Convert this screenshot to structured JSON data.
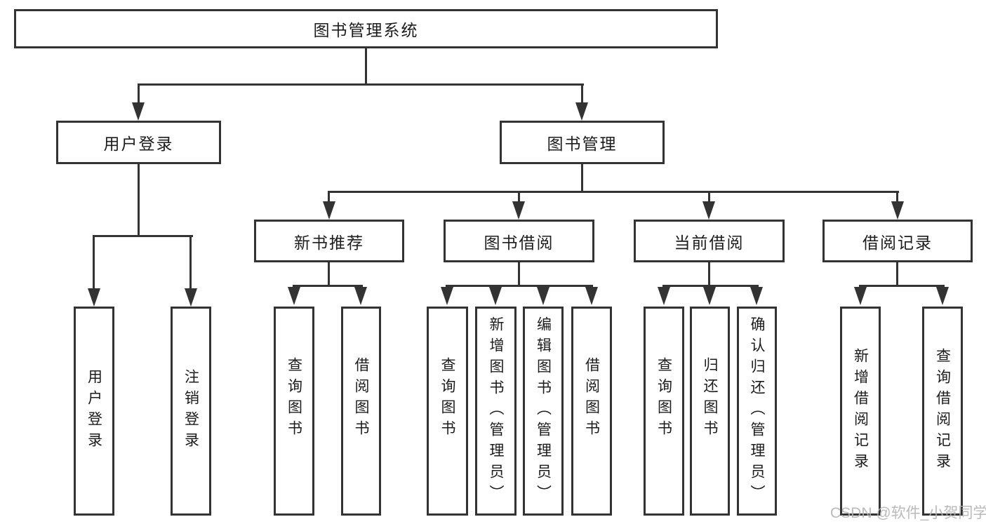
{
  "diagram_title": "图书管理系统",
  "colors": {
    "line": "#333333",
    "text": "#1c1c1c",
    "watermark": "#b3b3b3",
    "background": "#ffffff"
  },
  "tree": {
    "root": {
      "label": "图书管理系统"
    },
    "children": [
      {
        "label": "用户登录",
        "leaves": [
          "用户登录",
          "注销登录"
        ]
      },
      {
        "label": "图书管理",
        "children": [
          {
            "label": "新书推荐",
            "leaves": [
              "查询图书",
              "借阅图书"
            ]
          },
          {
            "label": "图书借阅",
            "leaves": [
              "查询图书",
              "新增图书（管理员）",
              "编辑图书（管理员）",
              "借阅图书"
            ]
          },
          {
            "label": "当前借阅",
            "leaves": [
              "查询图书",
              "归还图书",
              "确认归还（管理员）"
            ]
          },
          {
            "label": "借阅记录",
            "leaves": [
              "新增借阅记录",
              "查询借阅记录"
            ]
          }
        ]
      }
    ]
  },
  "watermark": {
    "text": "CSDN @软件_小贺同学"
  }
}
